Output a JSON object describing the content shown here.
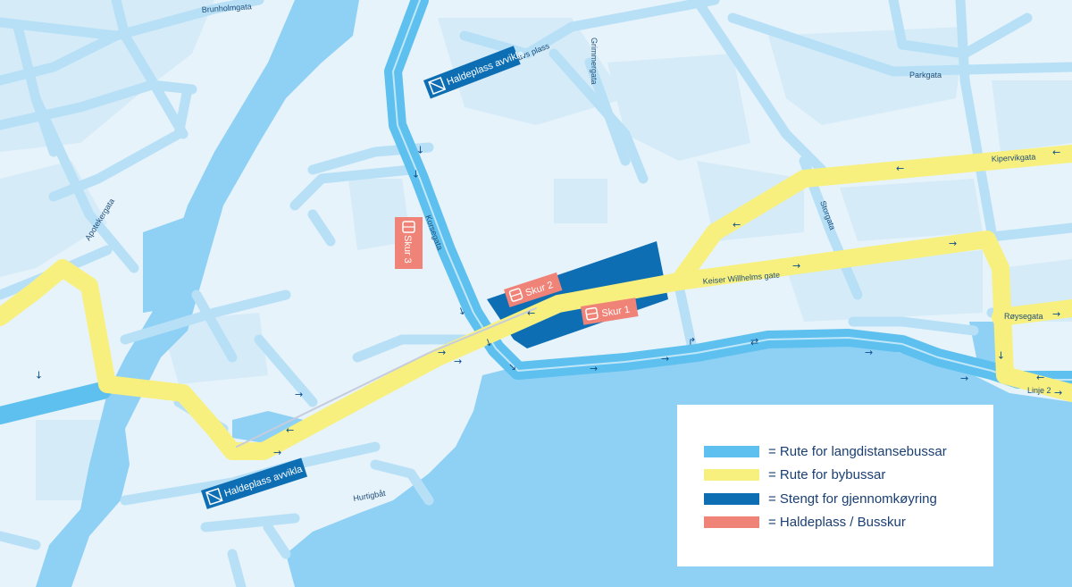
{
  "map": {
    "streets": {
      "brunholmgata": "Brunholmgata",
      "st_olavs_plass": "St. Olavs plass",
      "grimmergata": "Grimmergata",
      "parkgata": "Parkgata",
      "kipervikgata": "Kipervikgata",
      "apotekergata": "Apotekergata",
      "korsegata": "Korsegata",
      "storgata": "Storgata",
      "keiser_wilhelms_gate": "Keiser Willhelms gate",
      "roysegata": "Røysegata",
      "linje2": "Linje 2",
      "hurtigbat": "Hurtigbåt"
    },
    "stops": {
      "haldeplass_top": "Haldeplass avvikla",
      "haldeplass_bottom": "Haldeplass avvikla",
      "skur1": "Skur 1",
      "skur2": "Skur 2",
      "skur3": "Skur 3"
    },
    "colors": {
      "water": "#8fd0f5",
      "land": "#e6f3fb",
      "block": "#d5ebf8",
      "street": "#b7e0f7",
      "long_distance_route": "#5ec0ee",
      "city_route": "#f8f07e",
      "closed": "#0d6eb4",
      "stop": "#f08378",
      "text": "#1a3f73"
    },
    "icons": [
      "bus-stop-icon",
      "cancelled-stop-icon",
      "direction-arrow-icon"
    ]
  },
  "legend": {
    "items": [
      {
        "label": "= Rute for langdistansebussar",
        "color": "#5ec0ee"
      },
      {
        "label": "= Rute for bybussar",
        "color": "#f8f07e"
      },
      {
        "label": "= Stengt for gjennomkøyring",
        "color": "#0d6eb4"
      },
      {
        "label": "= Haldeplass / Busskur",
        "color": "#f08378"
      }
    ]
  }
}
